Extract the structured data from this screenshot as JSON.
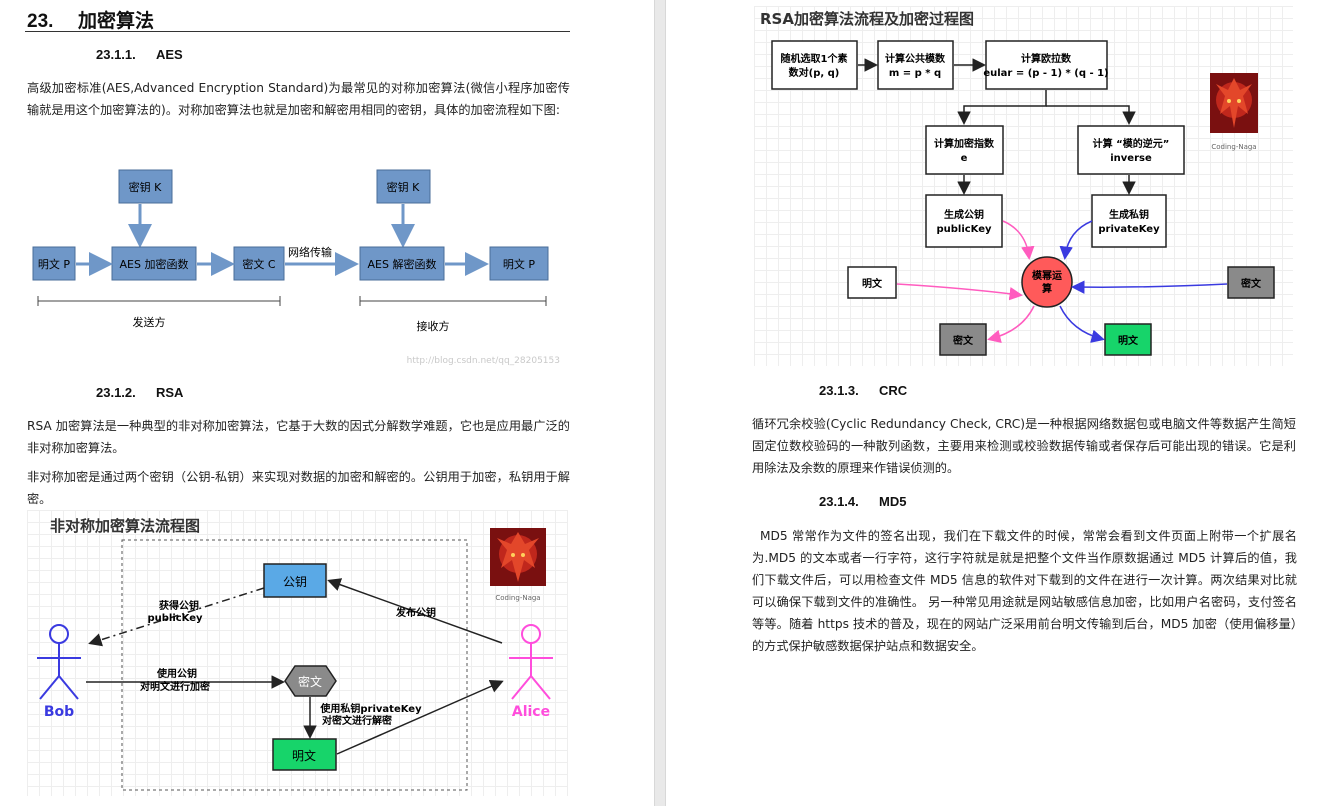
{
  "left": {
    "section": {
      "number": "23.",
      "title": "加密算法"
    },
    "aes": {
      "number": "23.1.1.",
      "title": "AES",
      "para": "高级加密标准(AES,Advanced Encryption Standard)为最常见的对称加密算法(微信小程序加密传输就是用这个加密算法的)。对称加密算法也就是加密和解密用相同的密钥，具体的加密流程如下图:",
      "diagram": {
        "key1": "密钥 K",
        "key2": "密钥 K",
        "plain_in": "明文 P",
        "encrypt": "AES 加密函数",
        "cipher": "密文 C",
        "network": "网络传输",
        "decrypt": "AES 解密函数",
        "plain_out": "明文 P",
        "sender": "发送方",
        "receiver": "接收方",
        "watermark": "http://blog.csdn.net/qq_28205153"
      }
    },
    "rsa": {
      "number": "23.1.2.",
      "title": "RSA",
      "para1": "RSA 加密算法是一种典型的非对称加密算法，它基于大数的因式分解数学难题，它也是应用最广泛的非对称加密算法。",
      "para2": "非对称加密是通过两个密钥（公钥-私钥）来实现对数据的加密和解密的。公钥用于加密，私钥用于解密。",
      "diagram": {
        "title": "非对称加密算法流程图",
        "public_key": "公钥",
        "get_public": "获得公钥",
        "get_public_en": "publicKey",
        "publish": "发布公钥",
        "use_public": "使用公钥",
        "use_public2": "对明文进行加密",
        "ciphertext": "密文",
        "use_private": "使用私钥privateKey",
        "use_private2": "对密文进行解密",
        "plaintext": "明文",
        "bob": "Bob",
        "alice": "Alice",
        "logo_caption": "Coding-Naga"
      }
    }
  },
  "right": {
    "rsa_flow": {
      "title": "RSA加密算法流程及加密过程图",
      "step1a": "随机选取1个素",
      "step1b": "数对(p, q)",
      "step2a": "计算公共模数",
      "step2b": "m = p * q",
      "step3a": "计算欧拉数",
      "step3b": "eular = (p - 1) * (q - 1)",
      "exp_a": "计算加密指数",
      "exp_b": "e",
      "inv_a": "计算 “模的逆元”",
      "inv_b": "inverse",
      "pub_a": "生成公钥",
      "pub_b": "publicKey",
      "priv_a": "生成私钥",
      "priv_b": "privateKey",
      "modpow_a": "模幂运",
      "modpow_b": "算",
      "plain_left": "明文",
      "cipher_right": "密文",
      "cipher_out": "密文",
      "plain_out": "明文",
      "logo_caption": "Coding-Naga"
    },
    "crc": {
      "number": "23.1.3.",
      "title": "CRC",
      "para": "循环冗余校验(Cyclic Redundancy Check, CRC)是一种根据网络数据包或电脑文件等数据产生简短固定位数校验码的一种散列函数，主要用来检测或校验数据传输或者保存后可能出现的错误。它是利用除法及余数的原理来作错误侦测的。"
    },
    "md5": {
      "number": "23.1.4.",
      "title": "MD5",
      "para": "MD5 常常作为文件的签名出现，我们在下载文件的时候，常常会看到文件页面上附带一个扩展名为.MD5 的文本或者一行字符，这行字符就是就是把整个文件当作原数据通过 MD5 计算后的值，我们下载文件后，可以用检查文件 MD5 信息的软件对下载到的文件在进行一次计算。两次结果对比就可以确保下载到文件的准确性。 另一种常见用途就是网站敏感信息加密，比如用户名密码，支付签名等等。随着 https 技术的普及，现在的网站广泛采用前台明文传输到后台，MD5 加密（使用偏移量）的方式保护敏感数据保护站点和数据安全。"
    }
  },
  "colors": {
    "aes_box": "#6f97c8",
    "public_key": "#5aa9e6",
    "plaintext": "#17d46a",
    "ciphertext": "#8a8a8a",
    "bob": "#3a3ae0",
    "alice": "#ff4ddc",
    "modpow": "#ff5a5a"
  }
}
